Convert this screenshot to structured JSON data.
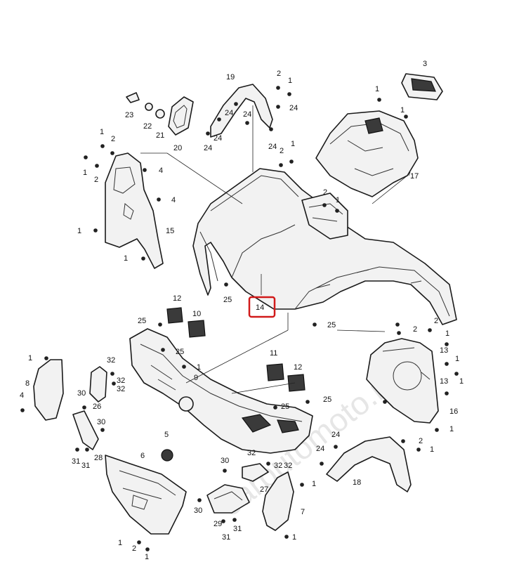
{
  "diagram": {
    "callouts": [
      "1",
      "2",
      "3",
      "4",
      "5",
      "6",
      "7",
      "8",
      "9",
      "10",
      "11",
      "12",
      "13",
      "14",
      "15",
      "16",
      "17",
      "18",
      "19",
      "20",
      "21",
      "22",
      "23",
      "24",
      "25",
      "26",
      "27",
      "28",
      "29",
      "30",
      "31",
      "32"
    ],
    "highlighted_callout": "14",
    "highlight_color": "#d11a1a",
    "line_color": "#1a1a1a",
    "watermark": "carbutomoto.ru"
  }
}
